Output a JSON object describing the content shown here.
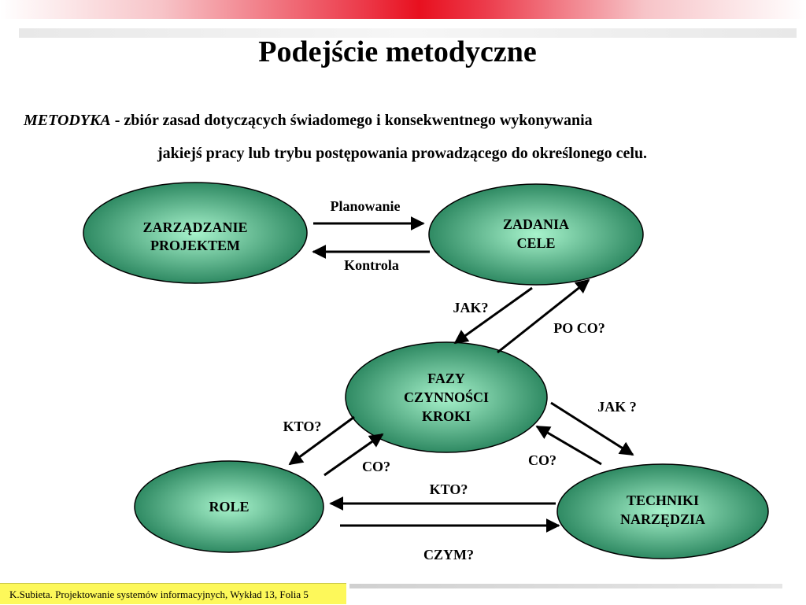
{
  "title": "Podejście metodyczne",
  "definition": {
    "term": "METODYKA",
    "line1_rest": " - zbiór zasad dotyczących świadomego i konsekwentnego wykonywania",
    "line2": "jakiejś  pracy lub trybu postępowania prowadzącego do określonego celu."
  },
  "nodes": {
    "management": [
      "ZARZĄDZANIE",
      "PROJEKTEM"
    ],
    "tasks": [
      "ZADANIA",
      "CELE"
    ],
    "phases": [
      "FAZY",
      "CZYNNOŚCI",
      "KROKI"
    ],
    "roles": [
      "ROLE"
    ],
    "techniques": [
      "TECHNIKI",
      "NARZĘDZIA"
    ]
  },
  "edge_labels": {
    "planning": "Planowanie",
    "control": "Kontrola",
    "how_tasks": "JAK?",
    "why": "PO CO?",
    "how_techniques": "JAK ?",
    "who_phases": "KTO?",
    "what_roles": "CO?",
    "what_techniques": "CO?",
    "who_roles": "KTO?",
    "with_what": "CZYM?"
  },
  "colors": {
    "node_center": "#a8f3cc",
    "node_edge": "#2f8a63",
    "node_outline": "#000000",
    "footer_bg": "#fdf85a"
  },
  "footer": "K.Subieta. Projektowanie systemów informacyjnych, Wykład 13, Folia 5"
}
